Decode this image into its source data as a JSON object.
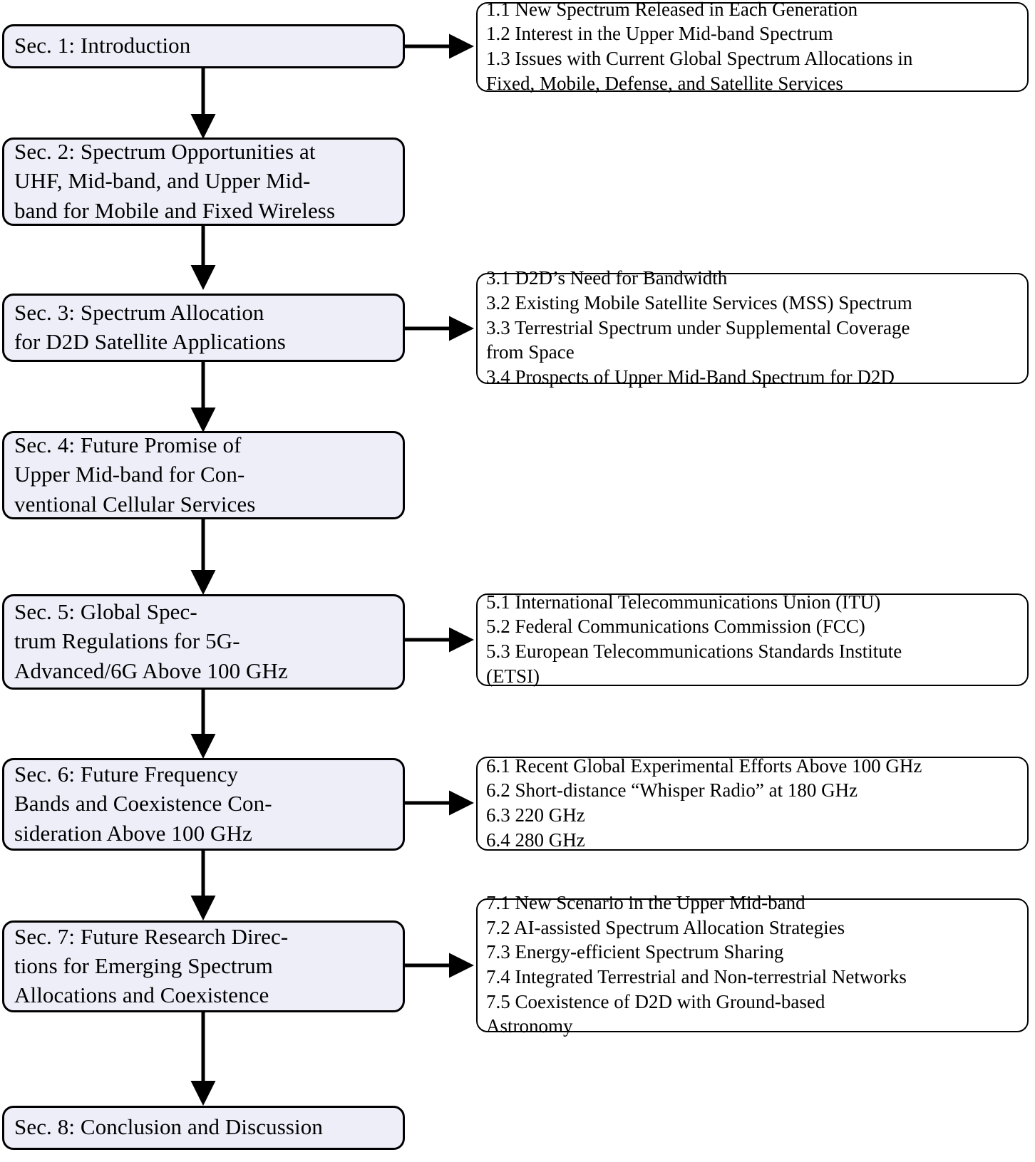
{
  "diagram": {
    "type": "flowchart",
    "title": "Paper section organization flowchart",
    "accent_fill": "#eeeef9",
    "border_color": "#000000",
    "subsection_fill": "#ffffff",
    "sections": [
      {
        "id": "sec1",
        "lines": [
          "Sec. 1: Introduction"
        ],
        "subsections": {
          "id": "sec1-sub",
          "lines": [
            "1.1 New Spectrum Released in Each Generation",
            "1.2 Interest in the Upper Mid-band Spectrum",
            "1.3 Issues with Current Global Spectrum Allocations in",
            "Fixed, Mobile, Defense, and Satellite Services"
          ]
        }
      },
      {
        "id": "sec2",
        "lines": [
          "Sec. 2: Spectrum Opportunities at",
          "UHF, Mid-band, and Upper Mid-",
          "band for Mobile and Fixed Wireless"
        ],
        "subsections": null
      },
      {
        "id": "sec3",
        "lines": [
          "Sec. 3: Spectrum Allocation",
          "for D2D Satellite Applications"
        ],
        "subsections": {
          "id": "sec3-sub",
          "lines": [
            "3.1 D2D’s Need for Bandwidth",
            "3.2 Existing Mobile Satellite Services (MSS) Spectrum",
            "3.3 Terrestrial Spectrum under Supplemental Coverage",
            "from Space",
            "3.4 Prospects of Upper Mid-Band Spectrum for D2D"
          ]
        }
      },
      {
        "id": "sec4",
        "lines": [
          "Sec. 4: Future Promise of",
          "Upper Mid-band for Con-",
          "ventional Cellular Services"
        ],
        "subsections": null
      },
      {
        "id": "sec5",
        "lines": [
          "Sec. 5: Global Spec-",
          "trum Regulations for 5G-",
          "Advanced/6G Above 100 GHz"
        ],
        "subsections": {
          "id": "sec5-sub",
          "lines": [
            "5.1 International Telecommunications Union (ITU)",
            "5.2 Federal Communications Commission (FCC)",
            "5.3 European Telecommunications Standards Institute",
            "(ETSI)"
          ]
        }
      },
      {
        "id": "sec6",
        "lines": [
          "Sec. 6: Future Frequency",
          "Bands and Coexistence Con-",
          "sideration Above 100 GHz"
        ],
        "subsections": {
          "id": "sec6-sub",
          "lines": [
            "6.1 Recent Global Experimental Efforts Above 100 GHz",
            "6.2 Short-distance “Whisper Radio” at 180 GHz",
            "6.3 220 GHz",
            "6.4 280 GHz"
          ]
        }
      },
      {
        "id": "sec7",
        "lines": [
          "Sec. 7: Future Research Direc-",
          "tions for Emerging Spectrum",
          "Allocations and Coexistence"
        ],
        "subsections": {
          "id": "sec7-sub",
          "lines": [
            "7.1 New Scenario in the Upper Mid-band",
            "7.2 AI-assisted Spectrum Allocation Strategies",
            "7.3 Energy-efficient Spectrum Sharing",
            "7.4 Integrated Terrestrial and Non-terrestrial Networks",
            "7.5 Coexistence of D2D with Ground-based",
            "Astronomy"
          ]
        }
      },
      {
        "id": "sec8",
        "lines": [
          "Sec. 8: Conclusion and Discussion"
        ],
        "subsections": null
      }
    ]
  }
}
